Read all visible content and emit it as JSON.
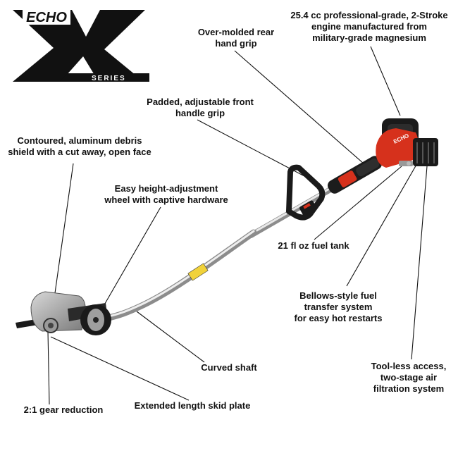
{
  "brand": {
    "logo_text": "ECHO",
    "series_text": "SERIES",
    "accent_color": "#d6311c",
    "graphic_color": "#111111"
  },
  "callouts": [
    {
      "id": "engine",
      "lines": [
        "25.4 cc professional-grade, 2-Stroke",
        "engine manufactured from",
        "military-grade magnesium"
      ]
    },
    {
      "id": "rear-grip",
      "lines": [
        "Over-molded rear",
        "hand grip"
      ]
    },
    {
      "id": "front-grip",
      "lines": [
        "Padded, adjustable front",
        "handle grip"
      ]
    },
    {
      "id": "debris-shield",
      "lines": [
        "Contoured, aluminum debris",
        "shield with a cut away, open face"
      ]
    },
    {
      "id": "height-wheel",
      "lines": [
        "Easy height-adjustment",
        "wheel with captive hardware"
      ]
    },
    {
      "id": "fuel-tank",
      "lines": [
        "21 fl oz fuel tank"
      ]
    },
    {
      "id": "bellows",
      "lines": [
        "Bellows-style fuel",
        "transfer system",
        "for easy hot restarts"
      ]
    },
    {
      "id": "curved-shaft",
      "lines": [
        "Curved shaft"
      ]
    },
    {
      "id": "air-filter",
      "lines": [
        "Tool-less access,",
        "two-stage air",
        "filtration system"
      ]
    },
    {
      "id": "gear-reduction",
      "lines": [
        "2:1 gear reduction"
      ]
    },
    {
      "id": "skid-plate",
      "lines": [
        "Extended length skid plate"
      ]
    }
  ]
}
